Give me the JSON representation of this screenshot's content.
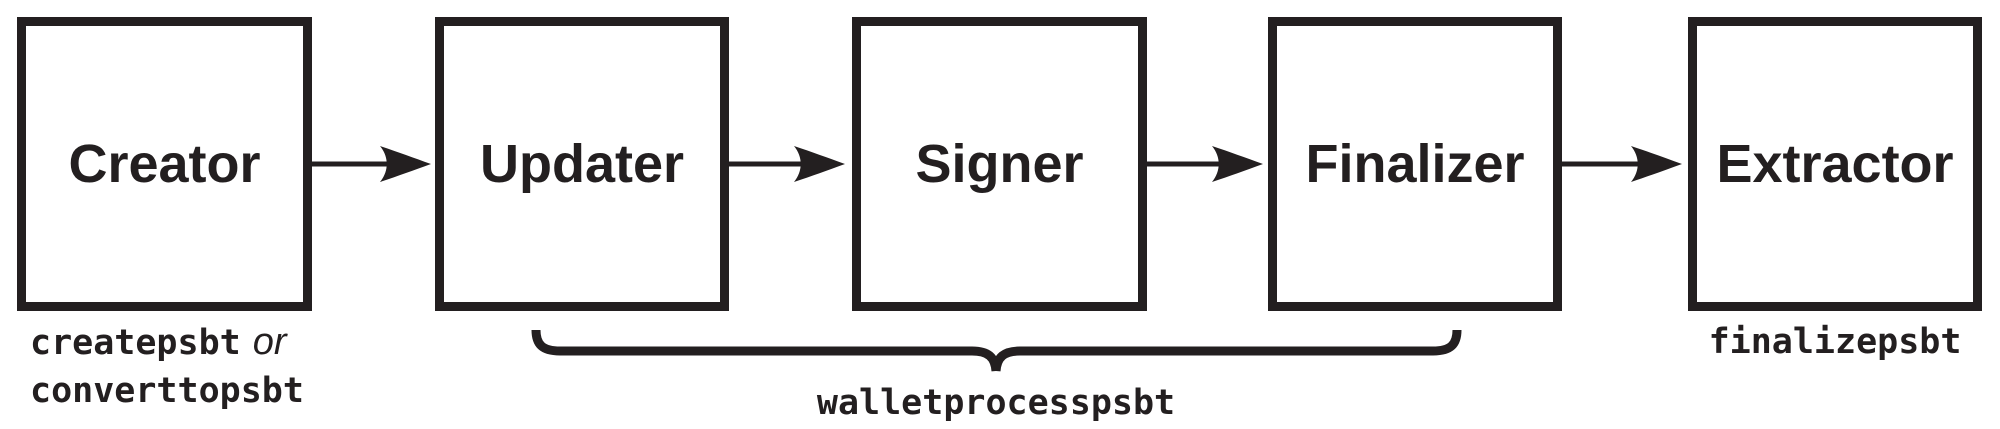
{
  "diagram": {
    "type": "flow",
    "colors": {
      "ink": "#231f20",
      "background": "#ffffff"
    },
    "boxes": [
      {
        "label": "Creator"
      },
      {
        "label": "Updater"
      },
      {
        "label": "Signer"
      },
      {
        "label": "Finalizer"
      },
      {
        "label": "Extractor"
      }
    ],
    "connectors": [
      {
        "from": "Creator",
        "to": "Updater"
      },
      {
        "from": "Updater",
        "to": "Signer"
      },
      {
        "from": "Signer",
        "to": "Finalizer"
      },
      {
        "from": "Finalizer",
        "to": "Extractor"
      }
    ],
    "creator_caption": {
      "command1": "createpsbt",
      "conjunction": "or",
      "command2": "converttopsbt"
    },
    "brace": {
      "spans": [
        "Updater",
        "Signer",
        "Finalizer"
      ],
      "label": "walletprocesspsbt"
    },
    "extractor_caption": "finalizepsbt"
  }
}
